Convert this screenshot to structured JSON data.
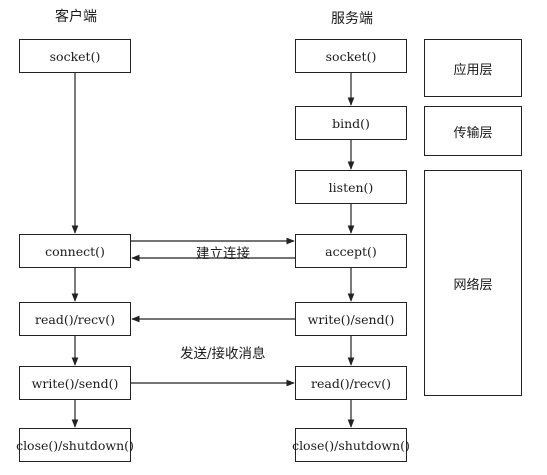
{
  "client": {
    "title": "客户端",
    "steps": {
      "socket": "socket()",
      "connect": "connect()",
      "read": "read()/recv()",
      "write": "write()/send()",
      "close": "close()/shutdown()"
    }
  },
  "server": {
    "title": "服务端",
    "steps": {
      "socket": "socket()",
      "bind": "bind()",
      "listen": "listen()",
      "accept": "accept()",
      "write": "write()/send()",
      "read": "read()/recv()",
      "close": "close()/shutdown()"
    }
  },
  "layers": {
    "application": "应用层",
    "transport": "传输层",
    "network": "网络层"
  },
  "messages": {
    "connect": "建立连接",
    "exchange": "发送/接收消息"
  }
}
